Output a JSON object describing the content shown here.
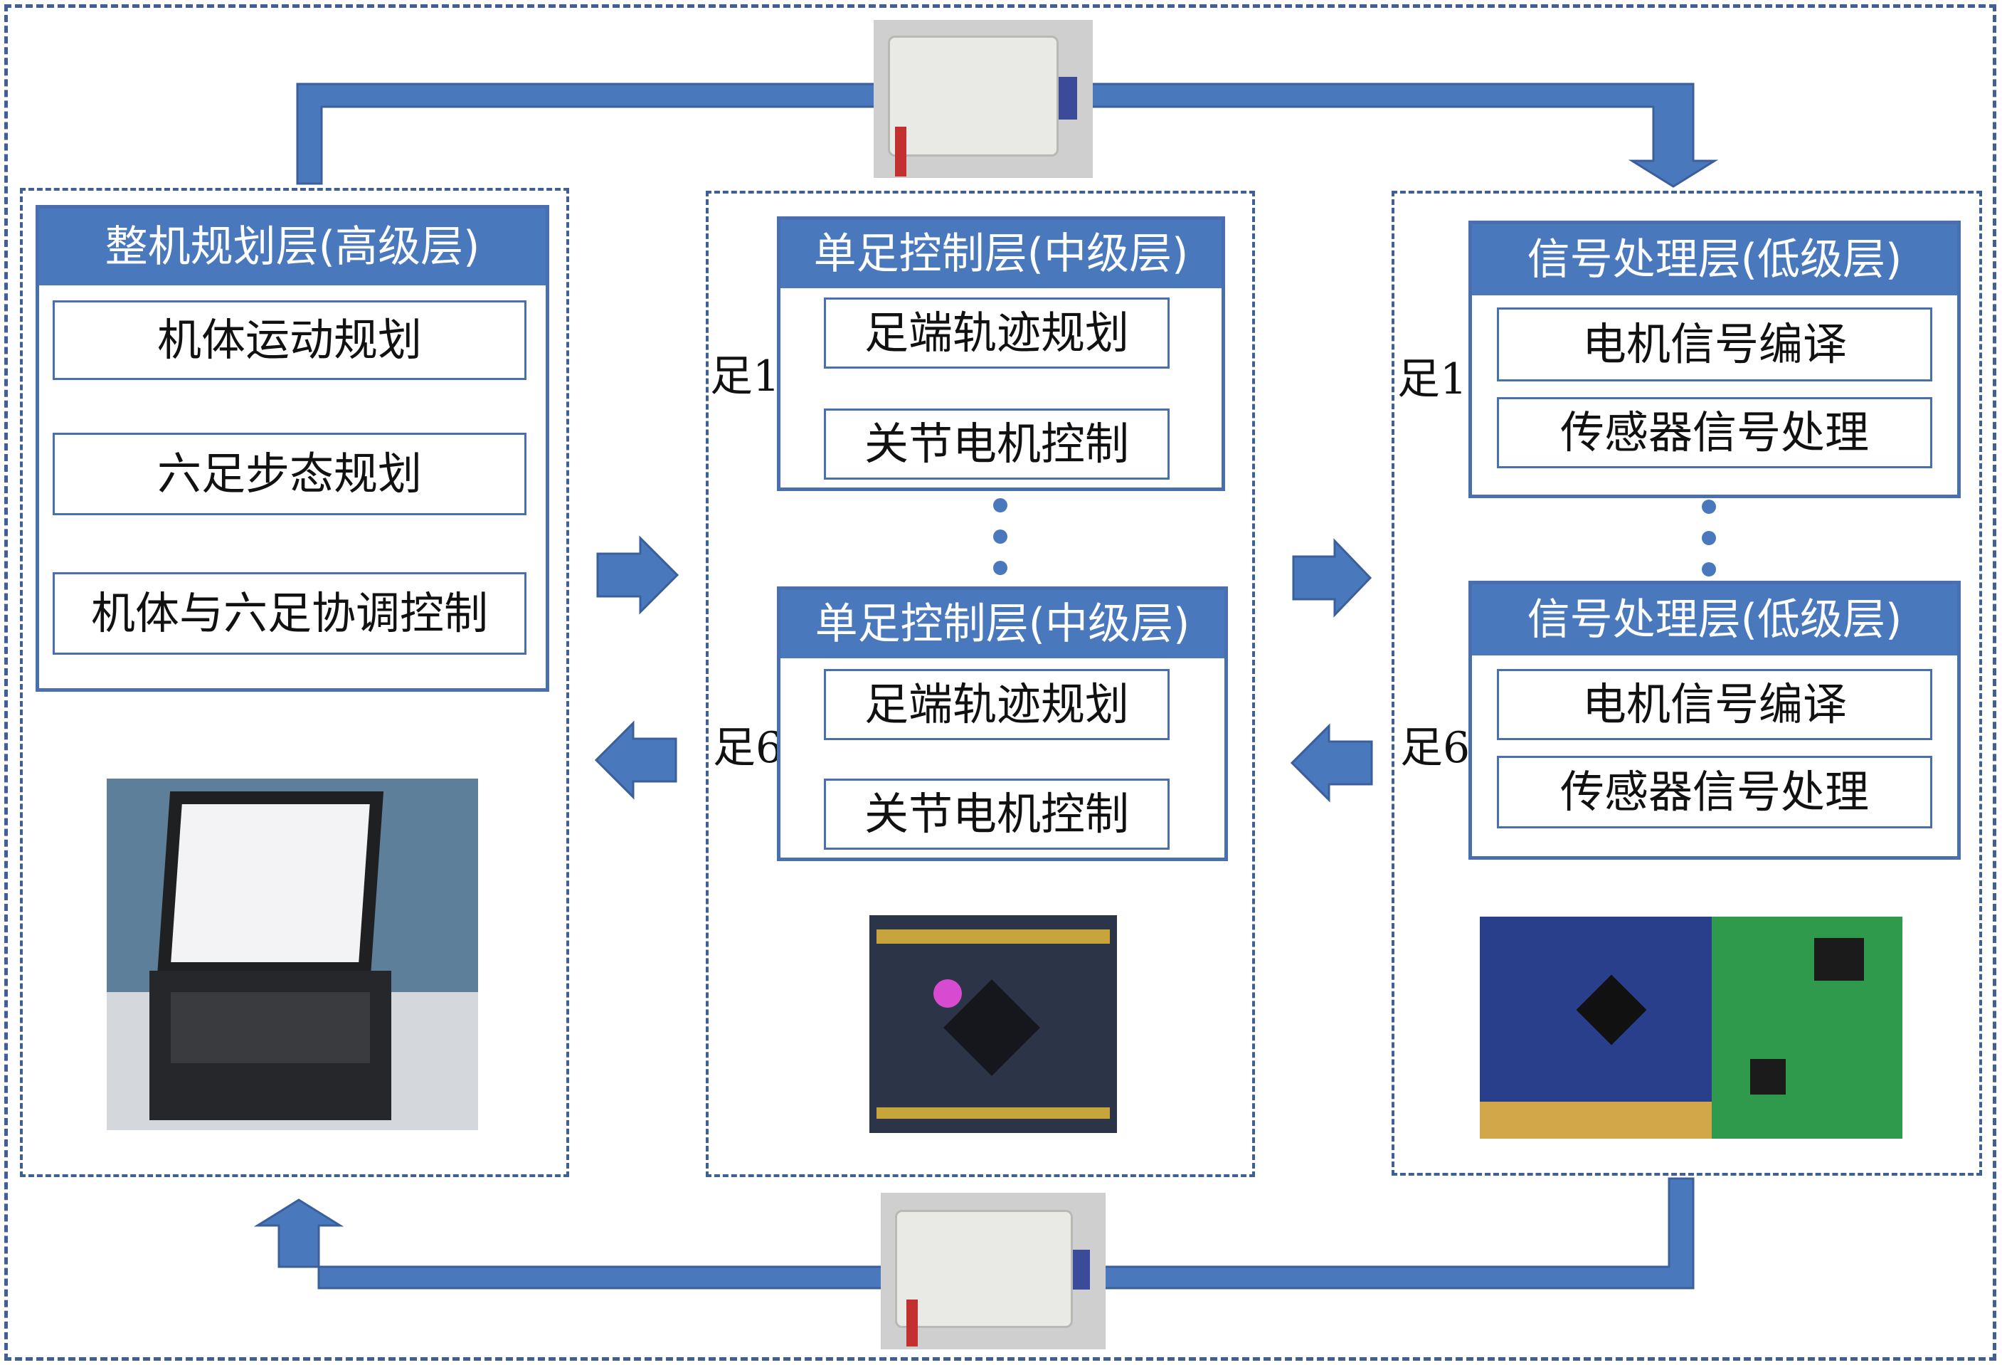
{
  "colors": {
    "accent": "#4a78bd",
    "border": "#4a6fae",
    "arrow": "#4a78bd"
  },
  "left": {
    "title": "整机规划层(高级层)",
    "items": [
      "机体运动规划",
      "六足步态规划",
      "机体与六足协调控制"
    ]
  },
  "middle": {
    "blocks": [
      {
        "leg": "足1",
        "title": "单足控制层(中级层)",
        "items": [
          "足端轨迹规划",
          "关节电机控制"
        ]
      },
      {
        "leg": "足6",
        "title": "单足控制层(中级层)",
        "items": [
          "足端轨迹规划",
          "关节电机控制"
        ]
      }
    ]
  },
  "right": {
    "blocks": [
      {
        "leg": "足1",
        "title": "信号处理层(低级层)",
        "items": [
          "电机信号编译",
          "传感器信号处理"
        ]
      },
      {
        "leg": "足6",
        "title": "信号处理层(低级层)",
        "items": [
          "电机信号编译",
          "传感器信号处理"
        ]
      }
    ]
  },
  "icons": [
    "plus-icon",
    "down-arrow-icon",
    "right-arrow-icon",
    "left-arrow-icon",
    "ellipsis-dots-icon"
  ]
}
